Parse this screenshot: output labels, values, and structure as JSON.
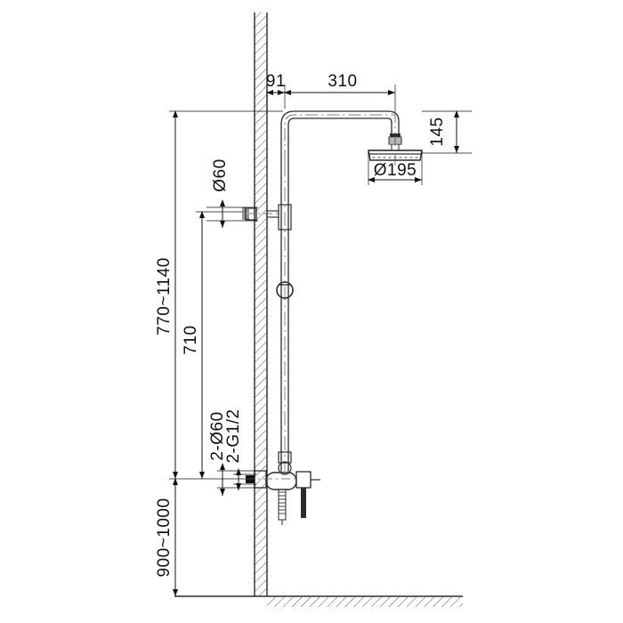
{
  "drawing": {
    "title": "Shower column technical dimension drawing",
    "units": "mm",
    "line_color": "#2b2b2b",
    "dim_color": "#111111",
    "hatch_color": "#555555",
    "background": "#ffffff"
  },
  "dimensions": {
    "wall_to_riser": "91",
    "arm_reach": "310",
    "head_height": "145",
    "head_diameter": "Ø195",
    "upper_outlet_diameter": "Ø60",
    "overall_upper": "770~1140",
    "riser_length": "710",
    "lower_outlets": "2-Ø60",
    "lower_thread": "2-G1/2",
    "valve_height": "900~1000"
  },
  "components": {
    "wall": "hatched-wall",
    "floor": "hatched-floor",
    "shower_head": "round-overhead-shower",
    "shower_arm": "curved-shower-arm",
    "riser_pipe": "vertical-riser-pipe",
    "diverter": "upper-wall-outlet",
    "slider": "hand-shower-slider-ring",
    "mixer": "thermostatic-mixer-valve",
    "handle": "mixer-control-handle",
    "hose_outlet": "flexible-hose-connection"
  }
}
